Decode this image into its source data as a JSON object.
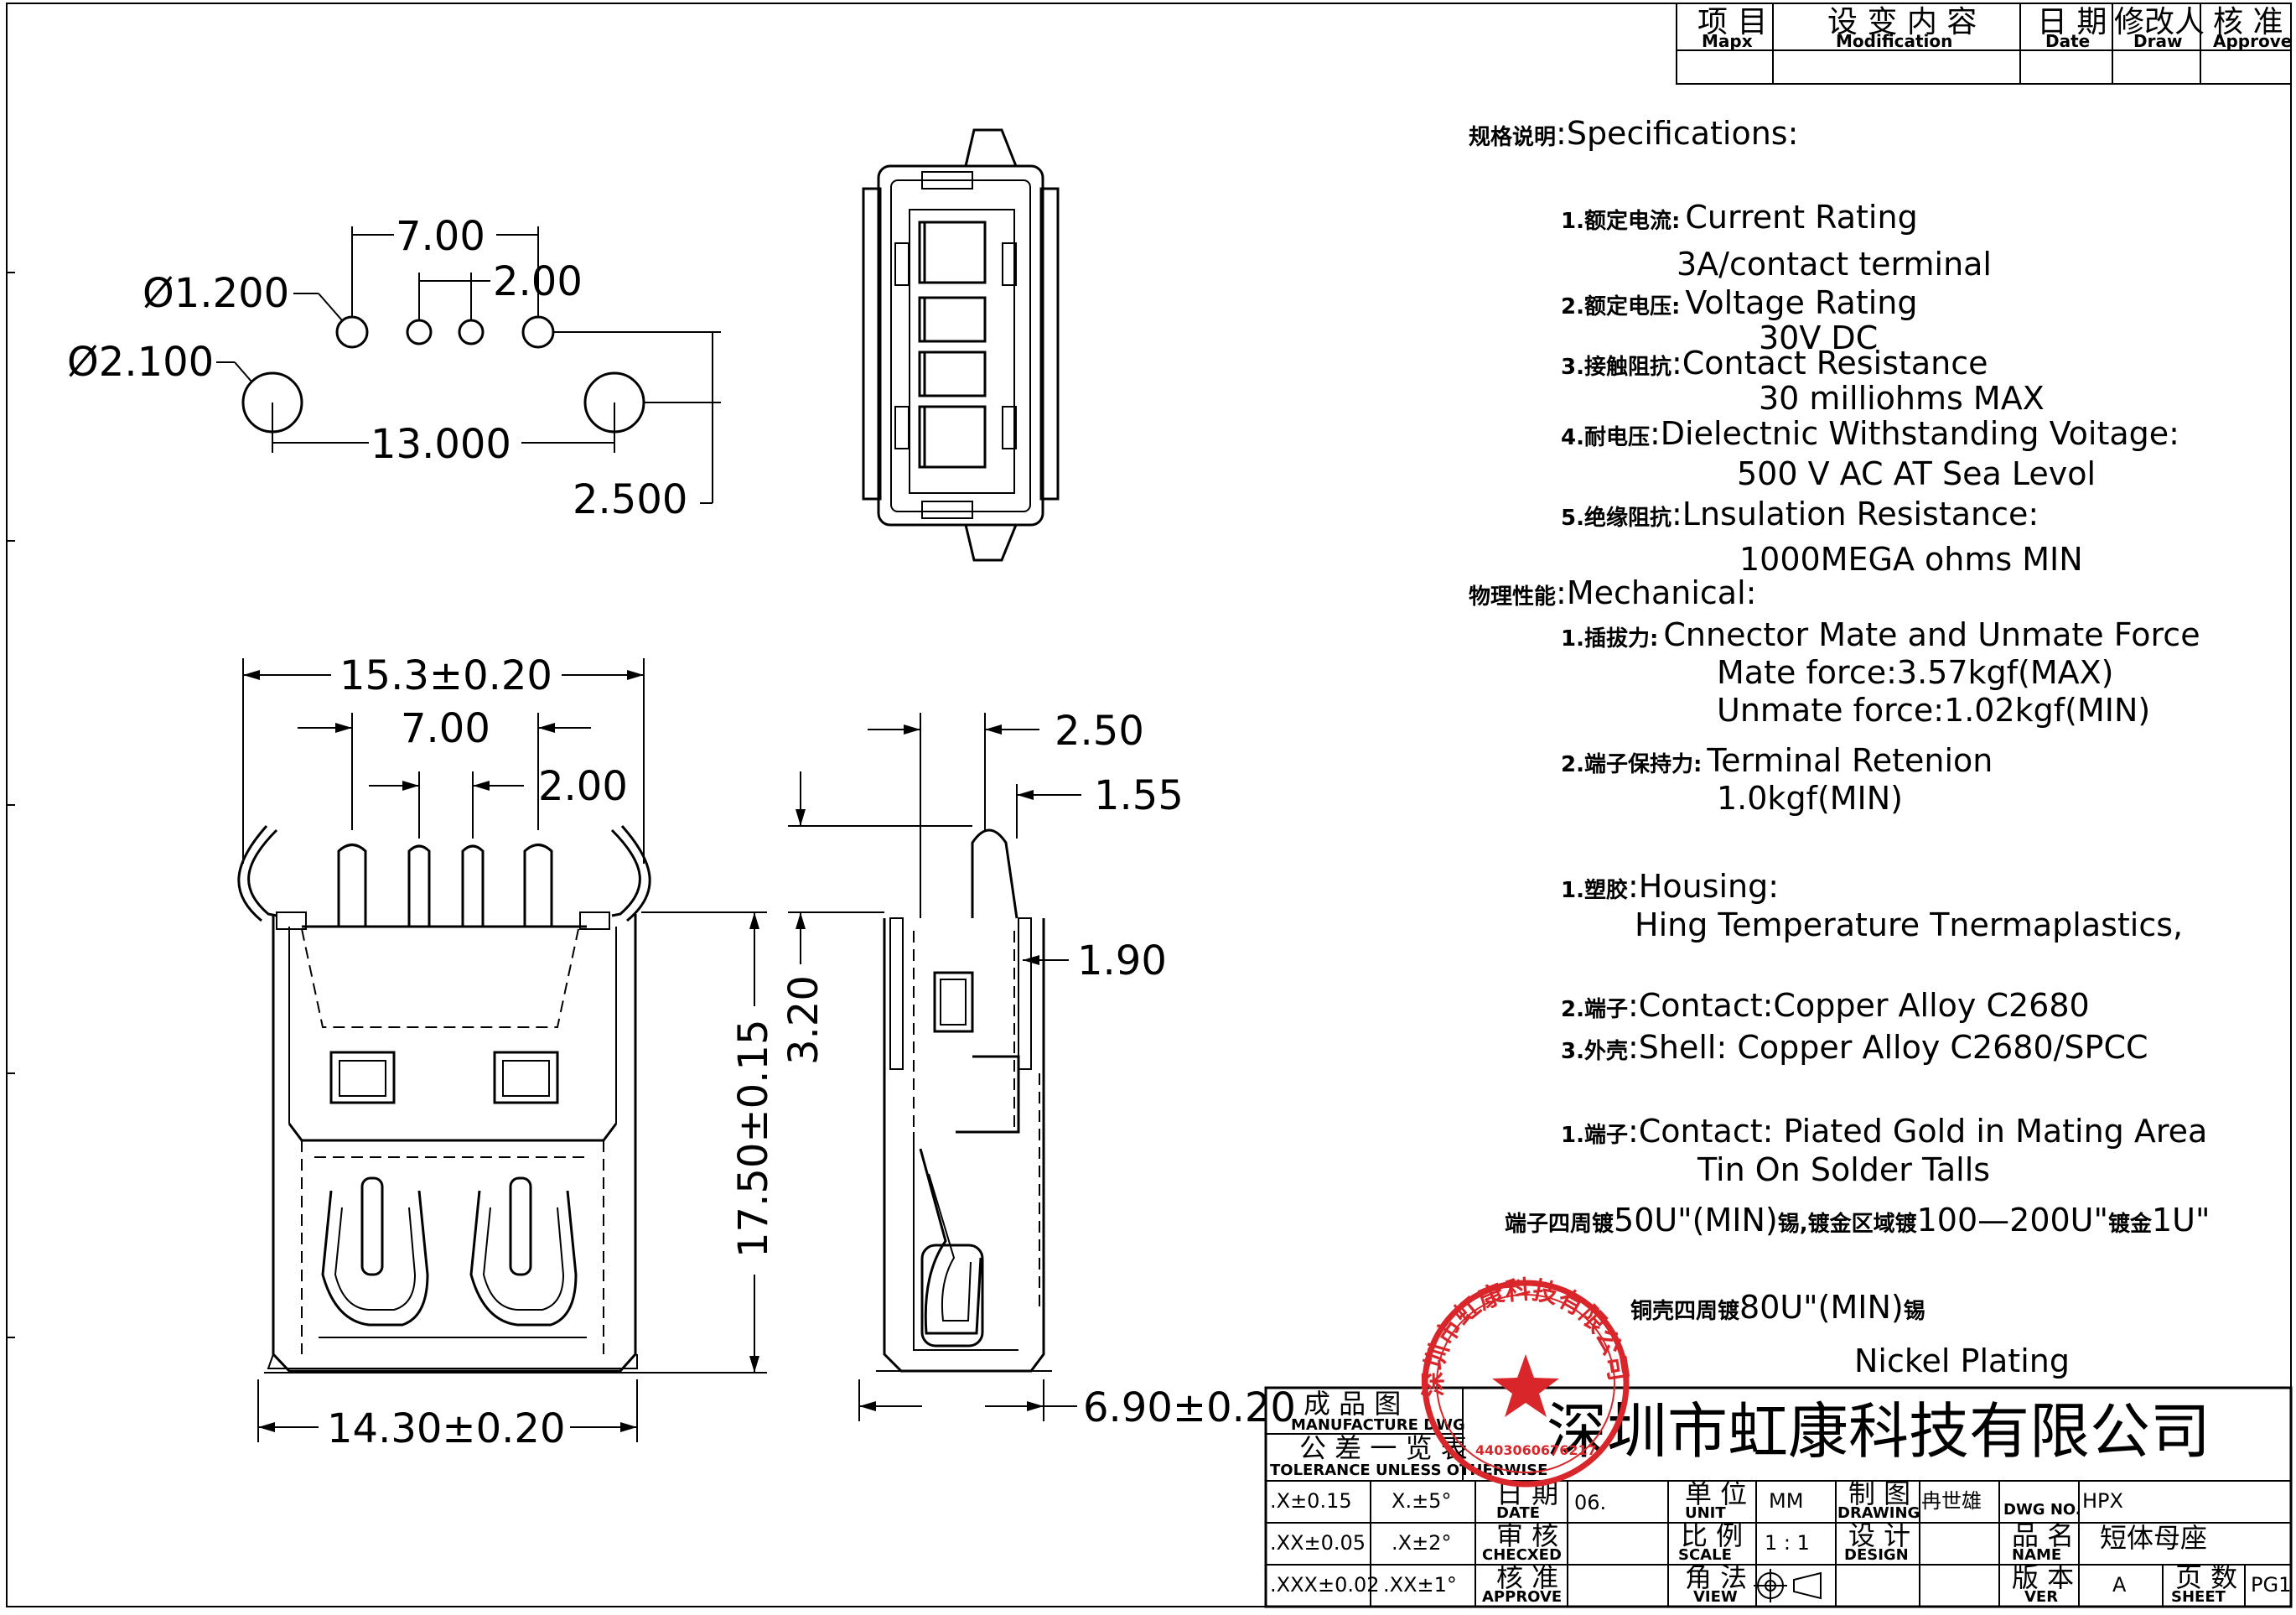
{
  "revision_table": {
    "col_item_cn": "项 目",
    "col_item_en": "Mapx",
    "col_mod_cn": "设 变 内 容",
    "col_mod_en": "Modification",
    "col_date_cn": "日 期",
    "col_date_en": "Date",
    "col_draw_cn": "修改人",
    "col_draw_en": "Draw",
    "col_approve_cn": "核 准",
    "col_approve_en": "Approve"
  },
  "top_view": {
    "d_7_00": "7.00",
    "d_2_00": "2.00",
    "d_phi_1_200": "Ø1.200",
    "d_phi_2_100": "Ø2.100",
    "d_13_000": "13.000",
    "d_2_500": "2.500"
  },
  "front_view": {
    "d_15_3": "15.3±0.20",
    "d_7_00": "7.00",
    "d_2_00": "2.00",
    "d_17_50": "17.50±0.15",
    "d_3_20": "3.20",
    "d_14_30": "14.30±0.20"
  },
  "side_view": {
    "d_2_50": "2.50",
    "d_1_55": "1.55",
    "d_1_90": "1.90",
    "d_6_90": "6.90±0.20"
  },
  "specs": {
    "heading_cn": "规格说明",
    "heading_en": ":Specifications:",
    "s1_cn": "1.额定电流:",
    "s1_en": "Current Rating",
    "s1_val": "3A/contact terminal",
    "s2_cn": "2.额定电压:",
    "s2_en": "Voltage Rating",
    "s2_val": "30V DC",
    "s3_cn": "3.接触阻抗",
    "s3_en": ":Contact Resistance",
    "s3_val": "30 milliohms MAX",
    "s4_cn": "4.耐电压",
    "s4_en": ":Dielectnic Withstanding Voitage:",
    "s4_val": "500 V AC AT Sea Levol",
    "s5_cn": "5.绝缘阻抗",
    "s5_en": ":Lnsulation Resistance:",
    "s5_val": "1000MEGA ohms MIN",
    "mech_cn": "物理性能",
    "mech_en": ":Mechanical:",
    "m1_cn": "1.插拔力:",
    "m1_en": "Cnnector Mate and Unmate Force",
    "m1_v1": "Mate force:3.57kgf(MAX)",
    "m1_v2": "Unmate force:1.02kgf(MIN)",
    "m2_cn": "2.端子保持力:",
    "m2_en": "Terminal Retenion",
    "m2_val": "1.0kgf(MIN)",
    "h1_cn": "1.塑胶",
    "h1_en": ":Housing:",
    "h1_val": "Hing Temperature  Tnermaplastics,",
    "c2_cn": "2.端子",
    "c2_en": ":Contact:Copper Alloy C2680",
    "c3_cn": "3.外壳",
    "c3_en": ":Shell: Copper Alloy C2680/SPCC",
    "p1_cn": "1.端子",
    "p1_en": ":Contact: Piated Gold in Mating Area",
    "p1_val": "Tin On Solder Talls",
    "plating_cn1": "端子四周镀",
    "plating_en1": "50U\"(MIN)",
    "plating_cn2": "锡,镀金区域镀",
    "plating_en2": "100—200U\"",
    "plating_cn3": "镀金",
    "plating_en3": "1U\"",
    "shell_cn1": "铜壳四周镀",
    "shell_en1": "80U\"(MIN)",
    "shell_cn2": "锡",
    "nickel": "Nickel Plating"
  },
  "title_block": {
    "mfg_cn": "成 品 图",
    "mfg_en": "MANUFACTURE DWG",
    "tol_cn": "公 差 一 览 表",
    "tol_en": "TOLERANCE UNLESS OTHERWISE",
    "company": "深圳市虹康科技有限公司",
    "tol_x": ".X±0.15",
    "tol_xx": ".XX±0.05",
    "tol_xxx": ".XXX±0.02",
    "ang_x": "X.±5°",
    "ang_xx": ".X±2°",
    "ang_xxx": ".XX±1°",
    "date_cn": "日 期",
    "date_en": "DATE",
    "date_val": "06.",
    "check_cn": "审 核",
    "check_en": "CHECXED",
    "approve_cn": "核 准",
    "approve_en": "APPROVE",
    "unit_cn": "单 位",
    "unit_en": "UNIT",
    "unit_val": "MM",
    "scale_cn": "比 例",
    "scale_en": "SCALE",
    "scale_val": "1 : 1",
    "view_cn": "角 法",
    "view_en": "VIEW",
    "drawing_cn": "制 图",
    "drawing_en": "DRAWING",
    "drawing_val": "冉世雄",
    "design_cn": "设 计",
    "design_en": "DESIGN",
    "dwgno_en": "DWG NO.",
    "dwgno_val": "HPX",
    "name_cn": "品 名",
    "name_en": "NAME",
    "name_val": "短体母座",
    "ver_cn": "版 本",
    "ver_en": "VER",
    "ver_val": "A",
    "sheet_cn": "页 数",
    "sheet_en": "SHEET",
    "sheet_val": "PG1"
  },
  "stamp": {
    "text": "深圳市虹康科技有限公司",
    "code": "4403060676217"
  }
}
